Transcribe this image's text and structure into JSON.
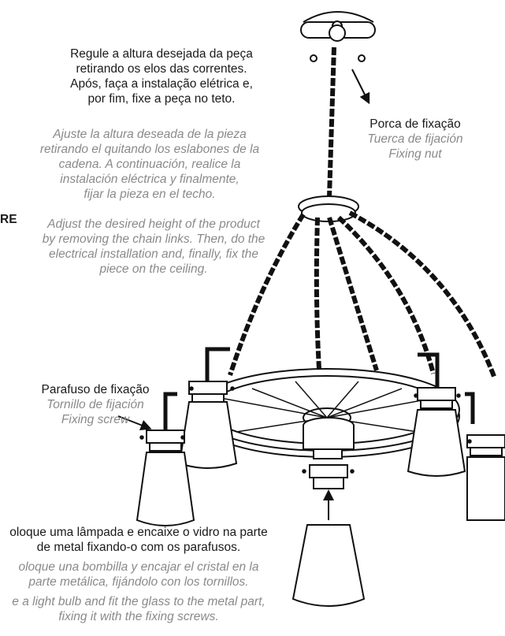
{
  "step_top": {
    "pt": [
      "Regule a altura desejada da peça",
      "retirando os elos das correntes.",
      "Após, faça a instalação elétrica e,",
      "por fim, fixe a peça no teto."
    ],
    "es": [
      "Ajuste la altura deseada de la pieza",
      "retirando el quitando los eslabones de la",
      "cadena. A continuación, realice la",
      "instalación eléctrica y finalmente,",
      "fijar la pieza en el techo."
    ],
    "en_prefix": "RE",
    "en": [
      "Adjust the desired height of the product",
      "by removing the chain links. Then, do the",
      "electrical installation and, finally, fix the",
      "piece on the ceiling."
    ]
  },
  "nut_label": {
    "pt": "Porca de fixação",
    "es": "Tuerca de fijación",
    "en": "Fixing nut"
  },
  "screw_label": {
    "pt": "Parafuso de fixação",
    "es": "Tornillo de fijación",
    "en": "Fixing screw"
  },
  "step_bottom": {
    "pt": [
      "oloque uma lâmpada e encaixe o vidro na parte",
      "de metal fixando-o com os parafusos."
    ],
    "es": [
      "oloque una bombilla y encajar el cristal en la",
      "parte metálica, fijándolo con los tornillos."
    ],
    "en": [
      "e a light bulb and fit the glass to the metal part,",
      "fixing it  with the fixing screws."
    ]
  }
}
